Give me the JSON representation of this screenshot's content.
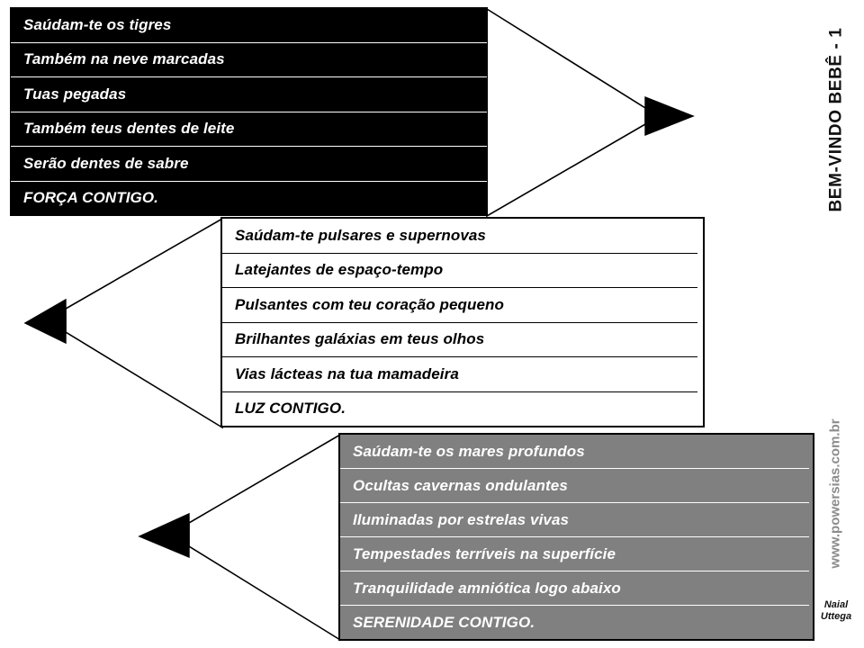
{
  "page": {
    "series_title": "BEM-VINDO BEBÊ - 1",
    "watermark": "www.powersias.com.br",
    "author": {
      "first": "Naial",
      "last": "Uttega"
    },
    "background": "#ffffff"
  },
  "stanzas": [
    {
      "id": "forca",
      "theme": {
        "fill": "#000000",
        "text": "#ffffff",
        "rule": "#ffffff",
        "border": "#000000"
      },
      "tail": {
        "direction": "right",
        "tip_fill": "#000000"
      },
      "lines": [
        "Saúdam-te os tigres",
        "Também na neve marcadas",
        "Tuas pegadas",
        "Também teus dentes de leite",
        "Serão dentes de sabre",
        "FORÇA CONTIGO."
      ]
    },
    {
      "id": "luz",
      "theme": {
        "fill": "#ffffff",
        "text": "#000000",
        "rule": "#000000",
        "border": "#000000"
      },
      "tail": {
        "direction": "left",
        "tip_fill": "#000000"
      },
      "lines": [
        "Saúdam-te pulsares e supernovas",
        "Latejantes de espaço-tempo",
        "Pulsantes com teu coração pequeno",
        "Brilhantes galáxias em teus olhos",
        "Vias lácteas na tua mamadeira",
        "LUZ CONTIGO."
      ]
    },
    {
      "id": "serenidade",
      "theme": {
        "fill": "#808080",
        "text": "#ffffff",
        "rule": "#ffffff",
        "border": "#000000"
      },
      "tail": {
        "direction": "left",
        "tip_fill": "#000000"
      },
      "lines": [
        "Saúdam-te os mares profundos",
        "Ocultas cavernas ondulantes",
        "Iluminadas por estrelas vivas",
        "Tempestades terríveis na superfície",
        "Tranquilidade amniótica logo abaixo",
        "SERENIDADE CONTIGO."
      ]
    }
  ]
}
